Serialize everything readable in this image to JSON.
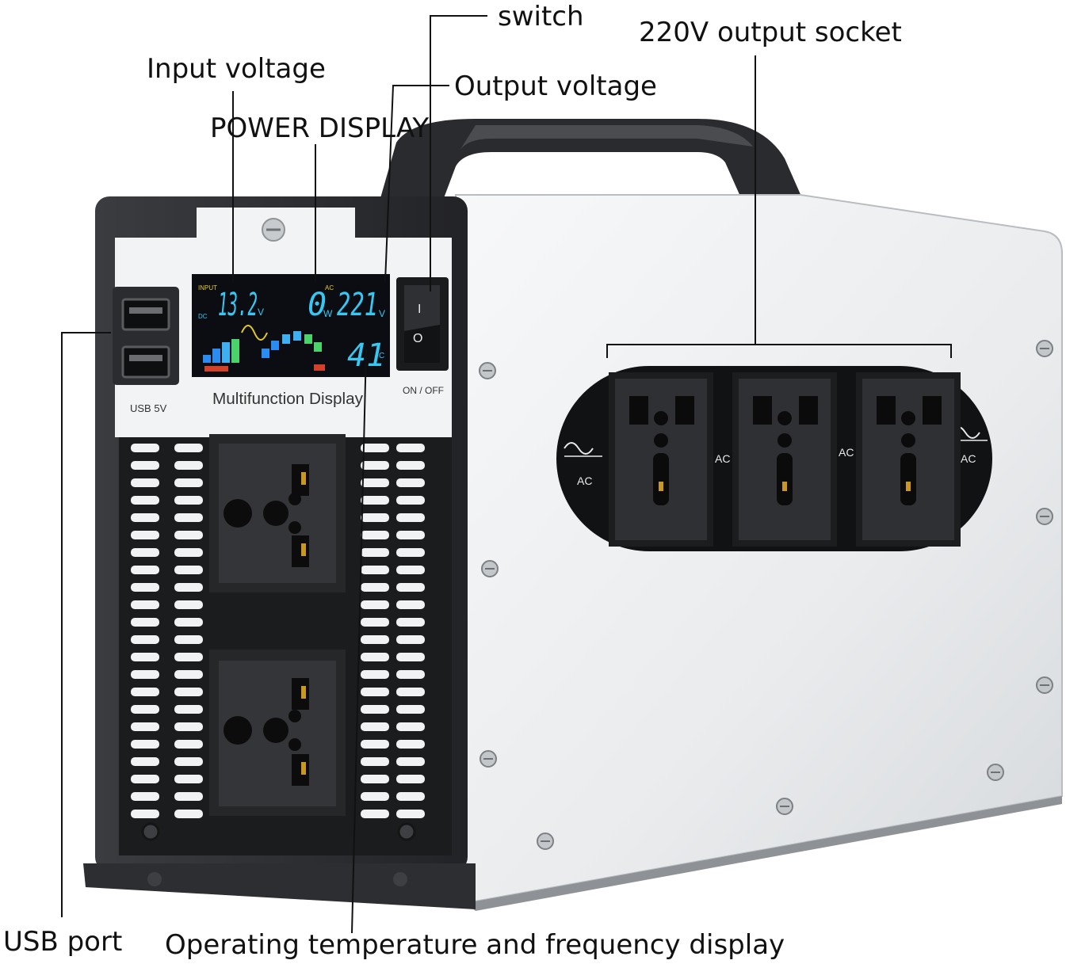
{
  "callouts": {
    "switch": "switch",
    "output_socket_220v": "220V output socket",
    "input_voltage": "Input voltage",
    "output_voltage": "Output voltage",
    "power_display": "POWER DISPLAY",
    "usb_port": "USB port",
    "temperature_frequency": "Operating temperature and frequency display"
  },
  "device": {
    "display_caption": "Multifunction Display",
    "usb_caption": "USB 5V",
    "switch_caption": "ON / OFF",
    "switch_on_mark": "I",
    "switch_off_mark": "O",
    "socket_label": "AC",
    "lcd": {
      "input_tag": "INPUT",
      "dc_tag": "DC",
      "ac_tag": "AC",
      "input_value": "13.2",
      "input_unit": "V",
      "power_value": "0",
      "power_unit": "W",
      "output_value": "221",
      "output_unit": "V",
      "temp_value": "41",
      "temp_unit": "°C"
    }
  },
  "colors": {
    "frame_dark": "#2b2d30",
    "front_panel": "#1b1c1e",
    "side_panel": "#eceef0",
    "lcd_bg": "#0b0d12",
    "lcd_digits": "#36c7f2",
    "leader_line": "#111111"
  }
}
